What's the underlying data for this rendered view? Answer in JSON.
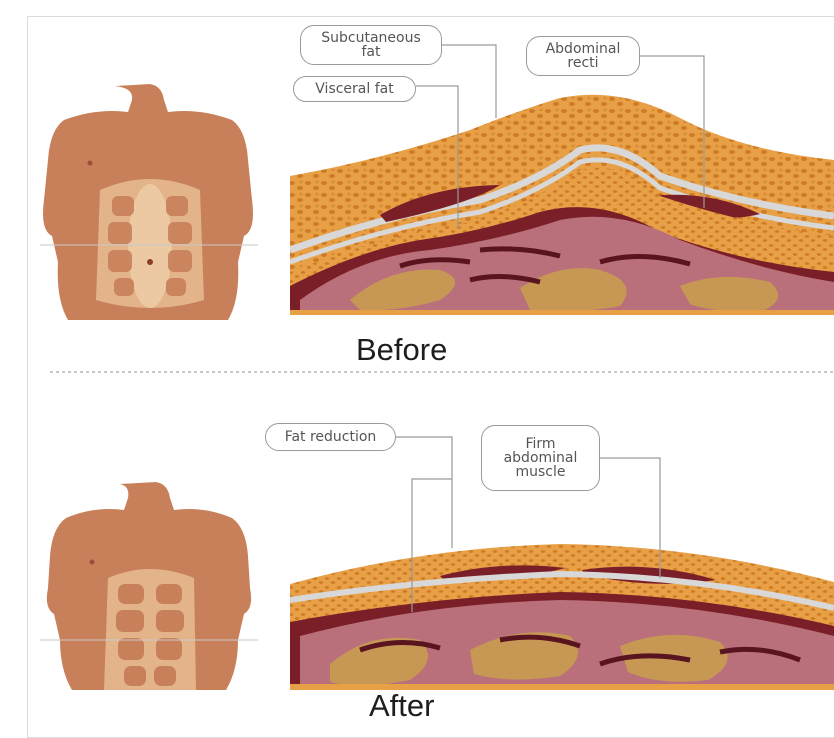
{
  "panels": {
    "before": {
      "title": "Before",
      "callouts": {
        "subcutaneous_fat": [
          "Subcutaneous",
          "fat"
        ],
        "visceral_fat": [
          "Visceral fat"
        ],
        "abdominal_recti": [
          "Abdominal",
          "recti"
        ]
      }
    },
    "after": {
      "title": "After",
      "callouts": {
        "fat_reduction": [
          "Fat reduction"
        ],
        "firm_abdominal_muscle": [
          "Firm",
          "abdominal",
          "muscle"
        ]
      }
    }
  },
  "colors": {
    "skin": "#c8805a",
    "fat": "#e8a047",
    "fat_cells": "#cf7b25",
    "fascia": "#d8d8d8",
    "muscle": "#7a1f28",
    "organs": "#b9707a",
    "gut": "#c79854",
    "separator": "#b5b5b5"
  }
}
